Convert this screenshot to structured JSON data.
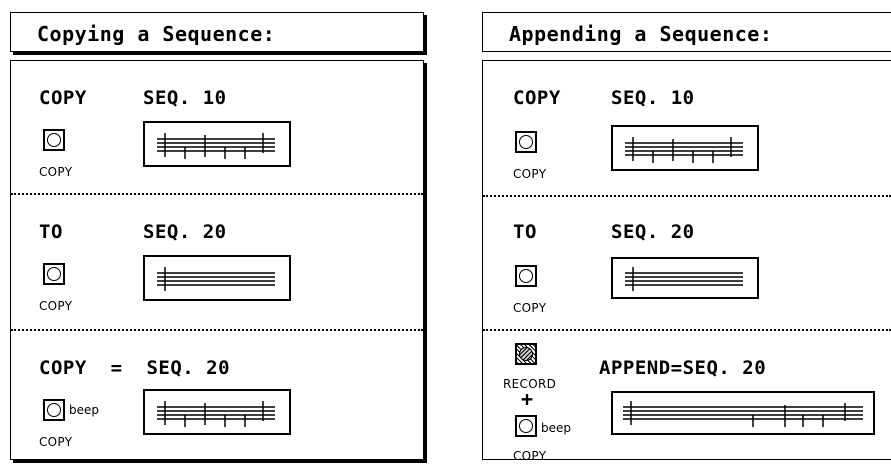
{
  "left": {
    "title": "Copying a Sequence:",
    "sec1": {
      "op": "COPY",
      "seq": "SEQ. 10",
      "btn": "COPY"
    },
    "sec2": {
      "op": "TO",
      "seq": "SEQ. 20",
      "btn": "COPY"
    },
    "sec3": {
      "op": "COPY  =  SEQ. 20",
      "btn": "COPY",
      "beep": "beep"
    }
  },
  "right": {
    "title": "Appending a Sequence:",
    "sec1": {
      "op": "COPY",
      "seq": "SEQ. 10",
      "btn": "COPY"
    },
    "sec2": {
      "op": "TO",
      "seq": "SEQ. 20",
      "btn": "COPY"
    },
    "sec3": {
      "op": "APPEND=SEQ. 20",
      "record_btn": "RECORD",
      "plus": "+",
      "btn": "COPY",
      "beep": "beep"
    }
  }
}
